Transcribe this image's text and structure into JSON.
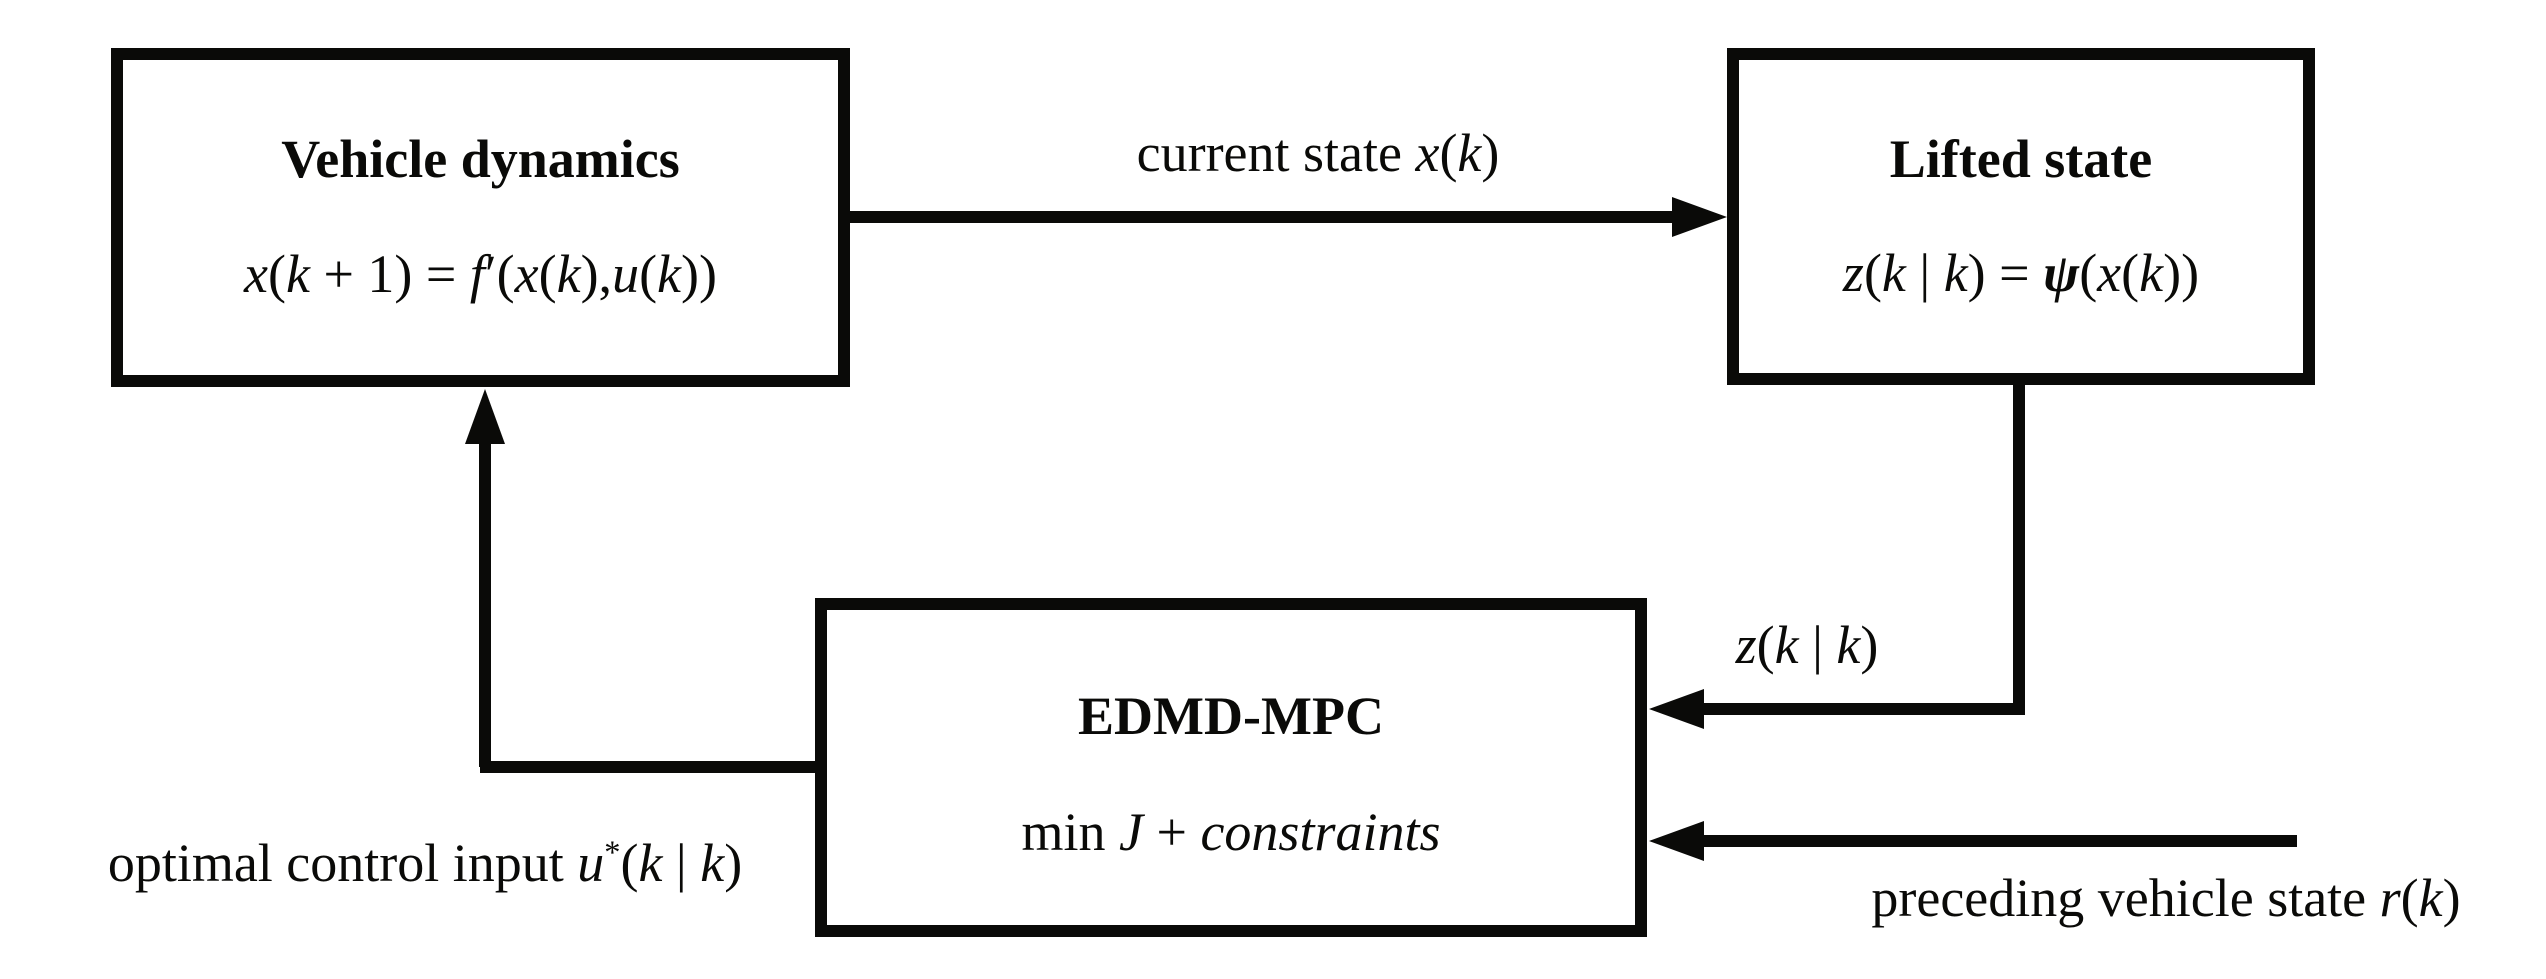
{
  "diagram": {
    "colors": {
      "ink": "#0a0a08",
      "background": "#ffffff"
    },
    "boxes": {
      "vehicle": {
        "title": "Vehicle dynamics",
        "equation": [
          {
            "t": "x",
            "s": "i"
          },
          {
            "t": "(",
            "s": "r"
          },
          {
            "t": "k",
            "s": "i"
          },
          {
            "t": " + 1",
            "s": "r"
          },
          {
            "t": ") = ",
            "s": "r"
          },
          {
            "t": "f",
            "s": "i"
          },
          {
            "t": "′",
            "s": "r"
          },
          {
            "t": "(",
            "s": "r"
          },
          {
            "t": "x",
            "s": "i"
          },
          {
            "t": "(",
            "s": "r"
          },
          {
            "t": "k",
            "s": "i"
          },
          {
            "t": "),",
            "s": "r"
          },
          {
            "t": "u",
            "s": "i"
          },
          {
            "t": "(",
            "s": "r"
          },
          {
            "t": "k",
            "s": "i"
          },
          {
            "t": "))",
            "s": "r"
          }
        ]
      },
      "lifted": {
        "title": "Lifted state",
        "equation": [
          {
            "t": "z",
            "s": "i"
          },
          {
            "t": "(",
            "s": "r"
          },
          {
            "t": "k",
            "s": "i"
          },
          {
            "t": " | ",
            "s": "r"
          },
          {
            "t": "k",
            "s": "i"
          },
          {
            "t": ") = ",
            "s": "r"
          },
          {
            "t": "ψ",
            "s": "bi"
          },
          {
            "t": "(",
            "s": "r"
          },
          {
            "t": "x",
            "s": "i"
          },
          {
            "t": "(",
            "s": "r"
          },
          {
            "t": "k",
            "s": "i"
          },
          {
            "t": "))",
            "s": "r"
          }
        ]
      },
      "edmd": {
        "title": "EDMD-MPC",
        "equation": [
          {
            "t": "min ",
            "s": "r"
          },
          {
            "t": "J",
            "s": "i"
          },
          {
            "t": " + ",
            "s": "r"
          },
          {
            "t": "constraints",
            "s": "i"
          }
        ]
      }
    },
    "labels": {
      "current_state": [
        {
          "t": "current state  ",
          "s": "r"
        },
        {
          "t": "x",
          "s": "i"
        },
        {
          "t": "(",
          "s": "r"
        },
        {
          "t": "k",
          "s": "i"
        },
        {
          "t": ")",
          "s": "r"
        }
      ],
      "lifted_z": [
        {
          "t": "z",
          "s": "i"
        },
        {
          "t": "(",
          "s": "r"
        },
        {
          "t": "k",
          "s": "i"
        },
        {
          "t": " | ",
          "s": "r"
        },
        {
          "t": "k",
          "s": "i"
        },
        {
          "t": ")",
          "s": "r"
        }
      ],
      "optimal_control": [
        {
          "t": "optimal control input ",
          "s": "r"
        },
        {
          "t": "u",
          "s": "i"
        },
        {
          "t": "*",
          "s": "sup"
        },
        {
          "t": "(",
          "s": "r"
        },
        {
          "t": "k",
          "s": "i"
        },
        {
          "t": " | ",
          "s": "r"
        },
        {
          "t": "k",
          "s": "i"
        },
        {
          "t": ")",
          "s": "r"
        }
      ],
      "preceding_vehicle": [
        {
          "t": "preceding vehicle state ",
          "s": "r"
        },
        {
          "t": "r",
          "s": "i"
        },
        {
          "t": "(",
          "s": "r"
        },
        {
          "t": "k",
          "s": "i"
        },
        {
          "t": ")",
          "s": "r"
        }
      ]
    }
  }
}
